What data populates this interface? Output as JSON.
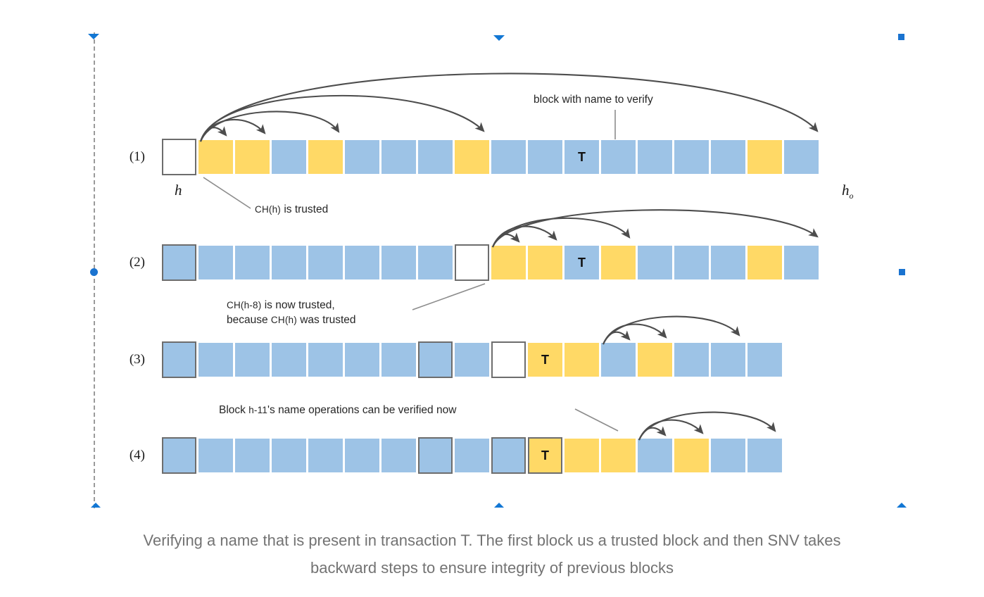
{
  "figure": {
    "caption_line1": "Verifying a name that is present in transaction T. The first block us a trusted block and then SNV takes",
    "caption_line2": "backward steps to ensure integrity of previous blocks",
    "accent_selection_color": "#1a73d0",
    "block_colors": {
      "blue": "#9dc3e6",
      "yellow": "#ffd966",
      "white": "#ffffff",
      "outline": "#6d6d6d"
    },
    "arrow_color": "#4d4d4d",
    "leader_color": "#9a9a9a"
  },
  "labels": {
    "top_annotation": "block with name to verify",
    "start_hash": "h",
    "start_hash_sub": "",
    "end_hash": "h",
    "end_hash_sub": "o",
    "anno1": "CH(h)  is trusted",
    "anno1_mono": "CH(h)",
    "anno1_rest": "is trusted",
    "anno2_line1_mono": "CH(h-8)",
    "anno2_line1_rest": "is now trusted,",
    "anno2_line2_pre": "because",
    "anno2_line2_mono": "CH(h)",
    "anno2_line2_post": "was trusted",
    "anno3_pre": "Block",
    "anno3_mono": "h-11",
    "anno3_post": "'s name operations can be verified now",
    "transaction_marker": "T"
  },
  "rows": [
    {
      "label": "(1)",
      "blocks": [
        {
          "fill": "white",
          "outline": true,
          "text": ""
        },
        {
          "fill": "yellow",
          "outline": false,
          "text": ""
        },
        {
          "fill": "yellow",
          "outline": false,
          "text": ""
        },
        {
          "fill": "blue",
          "outline": false,
          "text": ""
        },
        {
          "fill": "yellow",
          "outline": false,
          "text": ""
        },
        {
          "fill": "blue",
          "outline": false,
          "text": ""
        },
        {
          "fill": "blue",
          "outline": false,
          "text": ""
        },
        {
          "fill": "blue",
          "outline": false,
          "text": ""
        },
        {
          "fill": "yellow",
          "outline": false,
          "text": ""
        },
        {
          "fill": "blue",
          "outline": false,
          "text": ""
        },
        {
          "fill": "blue",
          "outline": false,
          "text": ""
        },
        {
          "fill": "blue",
          "outline": false,
          "text": "T"
        },
        {
          "fill": "blue",
          "outline": false,
          "text": ""
        },
        {
          "fill": "blue",
          "outline": false,
          "text": ""
        },
        {
          "fill": "blue",
          "outline": false,
          "text": ""
        },
        {
          "fill": "blue",
          "outline": false,
          "text": ""
        },
        {
          "fill": "yellow",
          "outline": false,
          "text": ""
        },
        {
          "fill": "blue",
          "outline": false,
          "text": ""
        }
      ]
    },
    {
      "label": "(2)",
      "blocks": [
        {
          "fill": "blue",
          "outline": true,
          "text": ""
        },
        {
          "fill": "blue",
          "outline": false,
          "text": ""
        },
        {
          "fill": "blue",
          "outline": false,
          "text": ""
        },
        {
          "fill": "blue",
          "outline": false,
          "text": ""
        },
        {
          "fill": "blue",
          "outline": false,
          "text": ""
        },
        {
          "fill": "blue",
          "outline": false,
          "text": ""
        },
        {
          "fill": "blue",
          "outline": false,
          "text": ""
        },
        {
          "fill": "blue",
          "outline": false,
          "text": ""
        },
        {
          "fill": "white",
          "outline": true,
          "text": ""
        },
        {
          "fill": "yellow",
          "outline": false,
          "text": ""
        },
        {
          "fill": "yellow",
          "outline": false,
          "text": ""
        },
        {
          "fill": "blue",
          "outline": false,
          "text": "T"
        },
        {
          "fill": "yellow",
          "outline": false,
          "text": ""
        },
        {
          "fill": "blue",
          "outline": false,
          "text": ""
        },
        {
          "fill": "blue",
          "outline": false,
          "text": ""
        },
        {
          "fill": "blue",
          "outline": false,
          "text": ""
        },
        {
          "fill": "yellow",
          "outline": false,
          "text": ""
        },
        {
          "fill": "blue",
          "outline": false,
          "text": ""
        }
      ]
    },
    {
      "label": "(3)",
      "blocks": [
        {
          "fill": "blue",
          "outline": true,
          "text": ""
        },
        {
          "fill": "blue",
          "outline": false,
          "text": ""
        },
        {
          "fill": "blue",
          "outline": false,
          "text": ""
        },
        {
          "fill": "blue",
          "outline": false,
          "text": ""
        },
        {
          "fill": "blue",
          "outline": false,
          "text": ""
        },
        {
          "fill": "blue",
          "outline": false,
          "text": ""
        },
        {
          "fill": "blue",
          "outline": false,
          "text": ""
        },
        {
          "fill": "blue",
          "outline": true,
          "text": ""
        },
        {
          "fill": "blue",
          "outline": false,
          "text": ""
        },
        {
          "fill": "white",
          "outline": true,
          "text": ""
        },
        {
          "fill": "yellow",
          "outline": false,
          "text": "T"
        },
        {
          "fill": "yellow",
          "outline": false,
          "text": ""
        },
        {
          "fill": "blue",
          "outline": false,
          "text": ""
        },
        {
          "fill": "yellow",
          "outline": false,
          "text": ""
        },
        {
          "fill": "blue",
          "outline": false,
          "text": ""
        },
        {
          "fill": "blue",
          "outline": false,
          "text": ""
        },
        {
          "fill": "blue",
          "outline": false,
          "text": ""
        }
      ]
    },
    {
      "label": "(4)",
      "blocks": [
        {
          "fill": "blue",
          "outline": true,
          "text": ""
        },
        {
          "fill": "blue",
          "outline": false,
          "text": ""
        },
        {
          "fill": "blue",
          "outline": false,
          "text": ""
        },
        {
          "fill": "blue",
          "outline": false,
          "text": ""
        },
        {
          "fill": "blue",
          "outline": false,
          "text": ""
        },
        {
          "fill": "blue",
          "outline": false,
          "text": ""
        },
        {
          "fill": "blue",
          "outline": false,
          "text": ""
        },
        {
          "fill": "blue",
          "outline": true,
          "text": ""
        },
        {
          "fill": "blue",
          "outline": false,
          "text": ""
        },
        {
          "fill": "blue",
          "outline": true,
          "text": ""
        },
        {
          "fill": "yellow",
          "outline": true,
          "text": "T"
        },
        {
          "fill": "yellow",
          "outline": false,
          "text": ""
        },
        {
          "fill": "yellow",
          "outline": false,
          "text": ""
        },
        {
          "fill": "blue",
          "outline": false,
          "text": ""
        },
        {
          "fill": "yellow",
          "outline": false,
          "text": ""
        },
        {
          "fill": "blue",
          "outline": false,
          "text": ""
        },
        {
          "fill": "blue",
          "outline": false,
          "text": ""
        }
      ]
    }
  ]
}
